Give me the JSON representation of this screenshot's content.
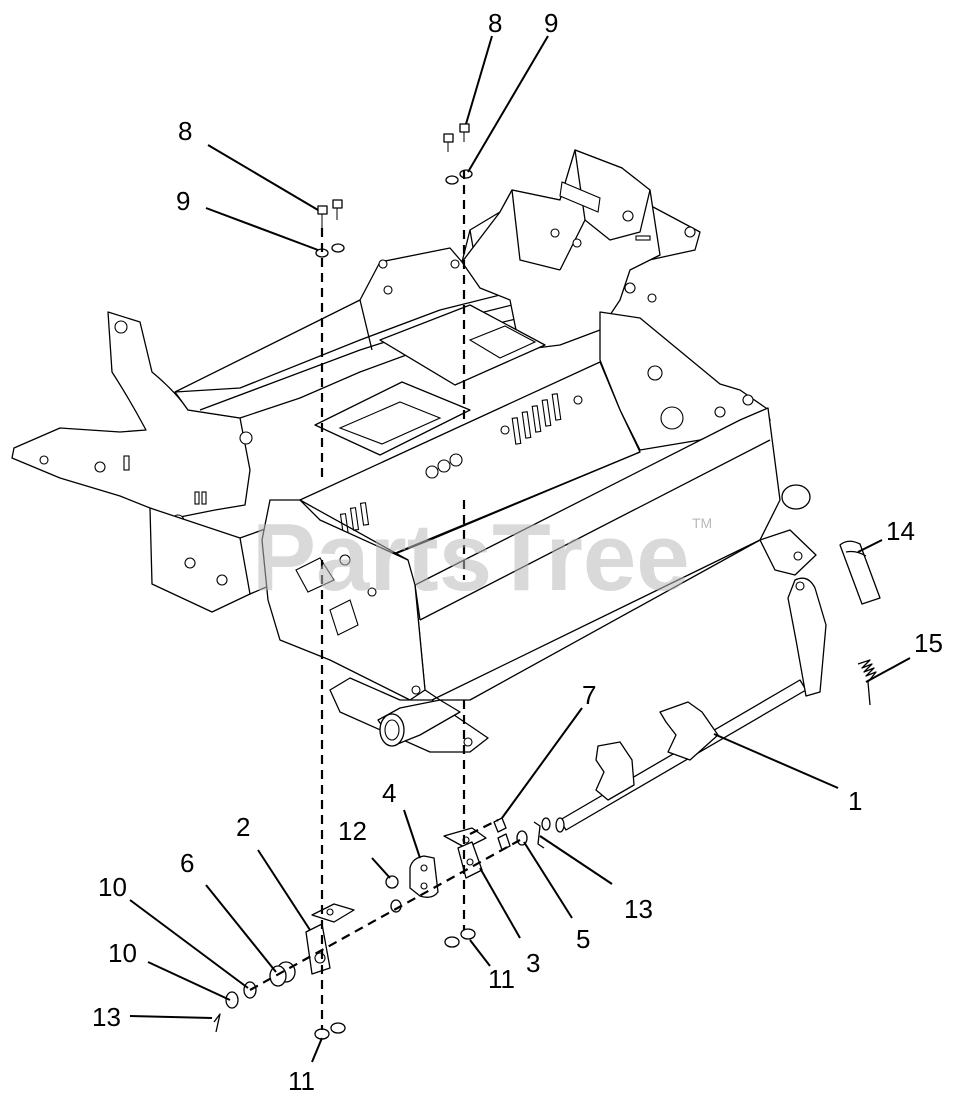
{
  "watermark": {
    "text": "PartsTree",
    "trademark": "TM"
  },
  "callouts": [
    {
      "id": "c8a",
      "label": "8"
    },
    {
      "id": "c9a",
      "label": "9"
    },
    {
      "id": "c8b",
      "label": "8"
    },
    {
      "id": "c9b",
      "label": "9"
    },
    {
      "id": "c14",
      "label": "14"
    },
    {
      "id": "c15",
      "label": "15"
    },
    {
      "id": "c7",
      "label": "7"
    },
    {
      "id": "c1",
      "label": "1"
    },
    {
      "id": "c4",
      "label": "4"
    },
    {
      "id": "c12",
      "label": "12"
    },
    {
      "id": "c2",
      "label": "2"
    },
    {
      "id": "c6",
      "label": "6"
    },
    {
      "id": "c10a",
      "label": "10"
    },
    {
      "id": "c10b",
      "label": "10"
    },
    {
      "id": "c13a",
      "label": "13"
    },
    {
      "id": "c13b",
      "label": "13"
    },
    {
      "id": "c5",
      "label": "5"
    },
    {
      "id": "c3",
      "label": "3"
    },
    {
      "id": "c11a",
      "label": "11"
    },
    {
      "id": "c11b",
      "label": "11"
    }
  ]
}
